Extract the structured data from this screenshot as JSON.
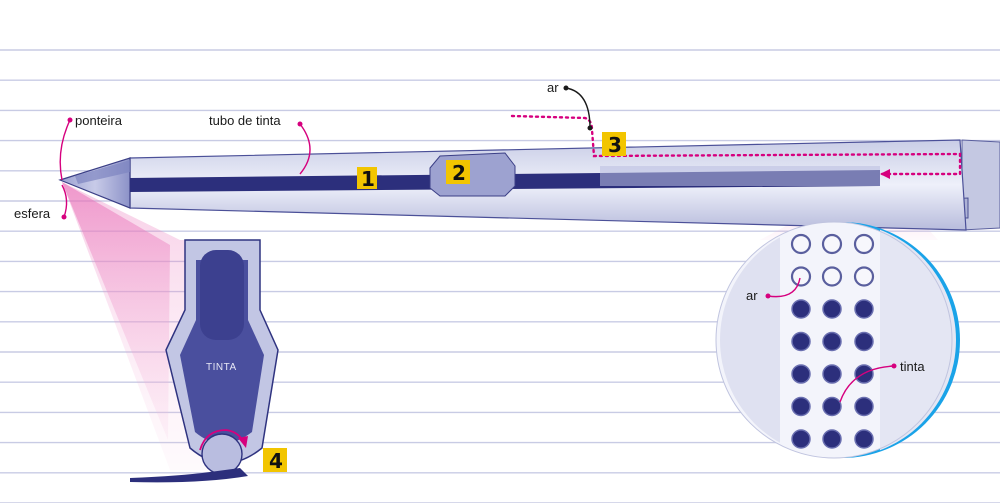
{
  "labels": {
    "ponteira": "ponteira",
    "esfera": "esfera",
    "tubo_de_tinta": "tubo de tinta",
    "ar_top": "ar",
    "tinta_tip": "TINTA",
    "ar_zoom": "ar",
    "tinta_zoom": "tinta"
  },
  "markers": [
    "1",
    "2",
    "3",
    "4"
  ],
  "colors": {
    "paper_line": "#c8cbe4",
    "ink_blue": "#3a3d8c",
    "pen_body": "#d9dcee",
    "callout_magenta": "#d6007e",
    "marker_yellow": "#f2c500",
    "zoom_ring": "#1aa3e8"
  }
}
